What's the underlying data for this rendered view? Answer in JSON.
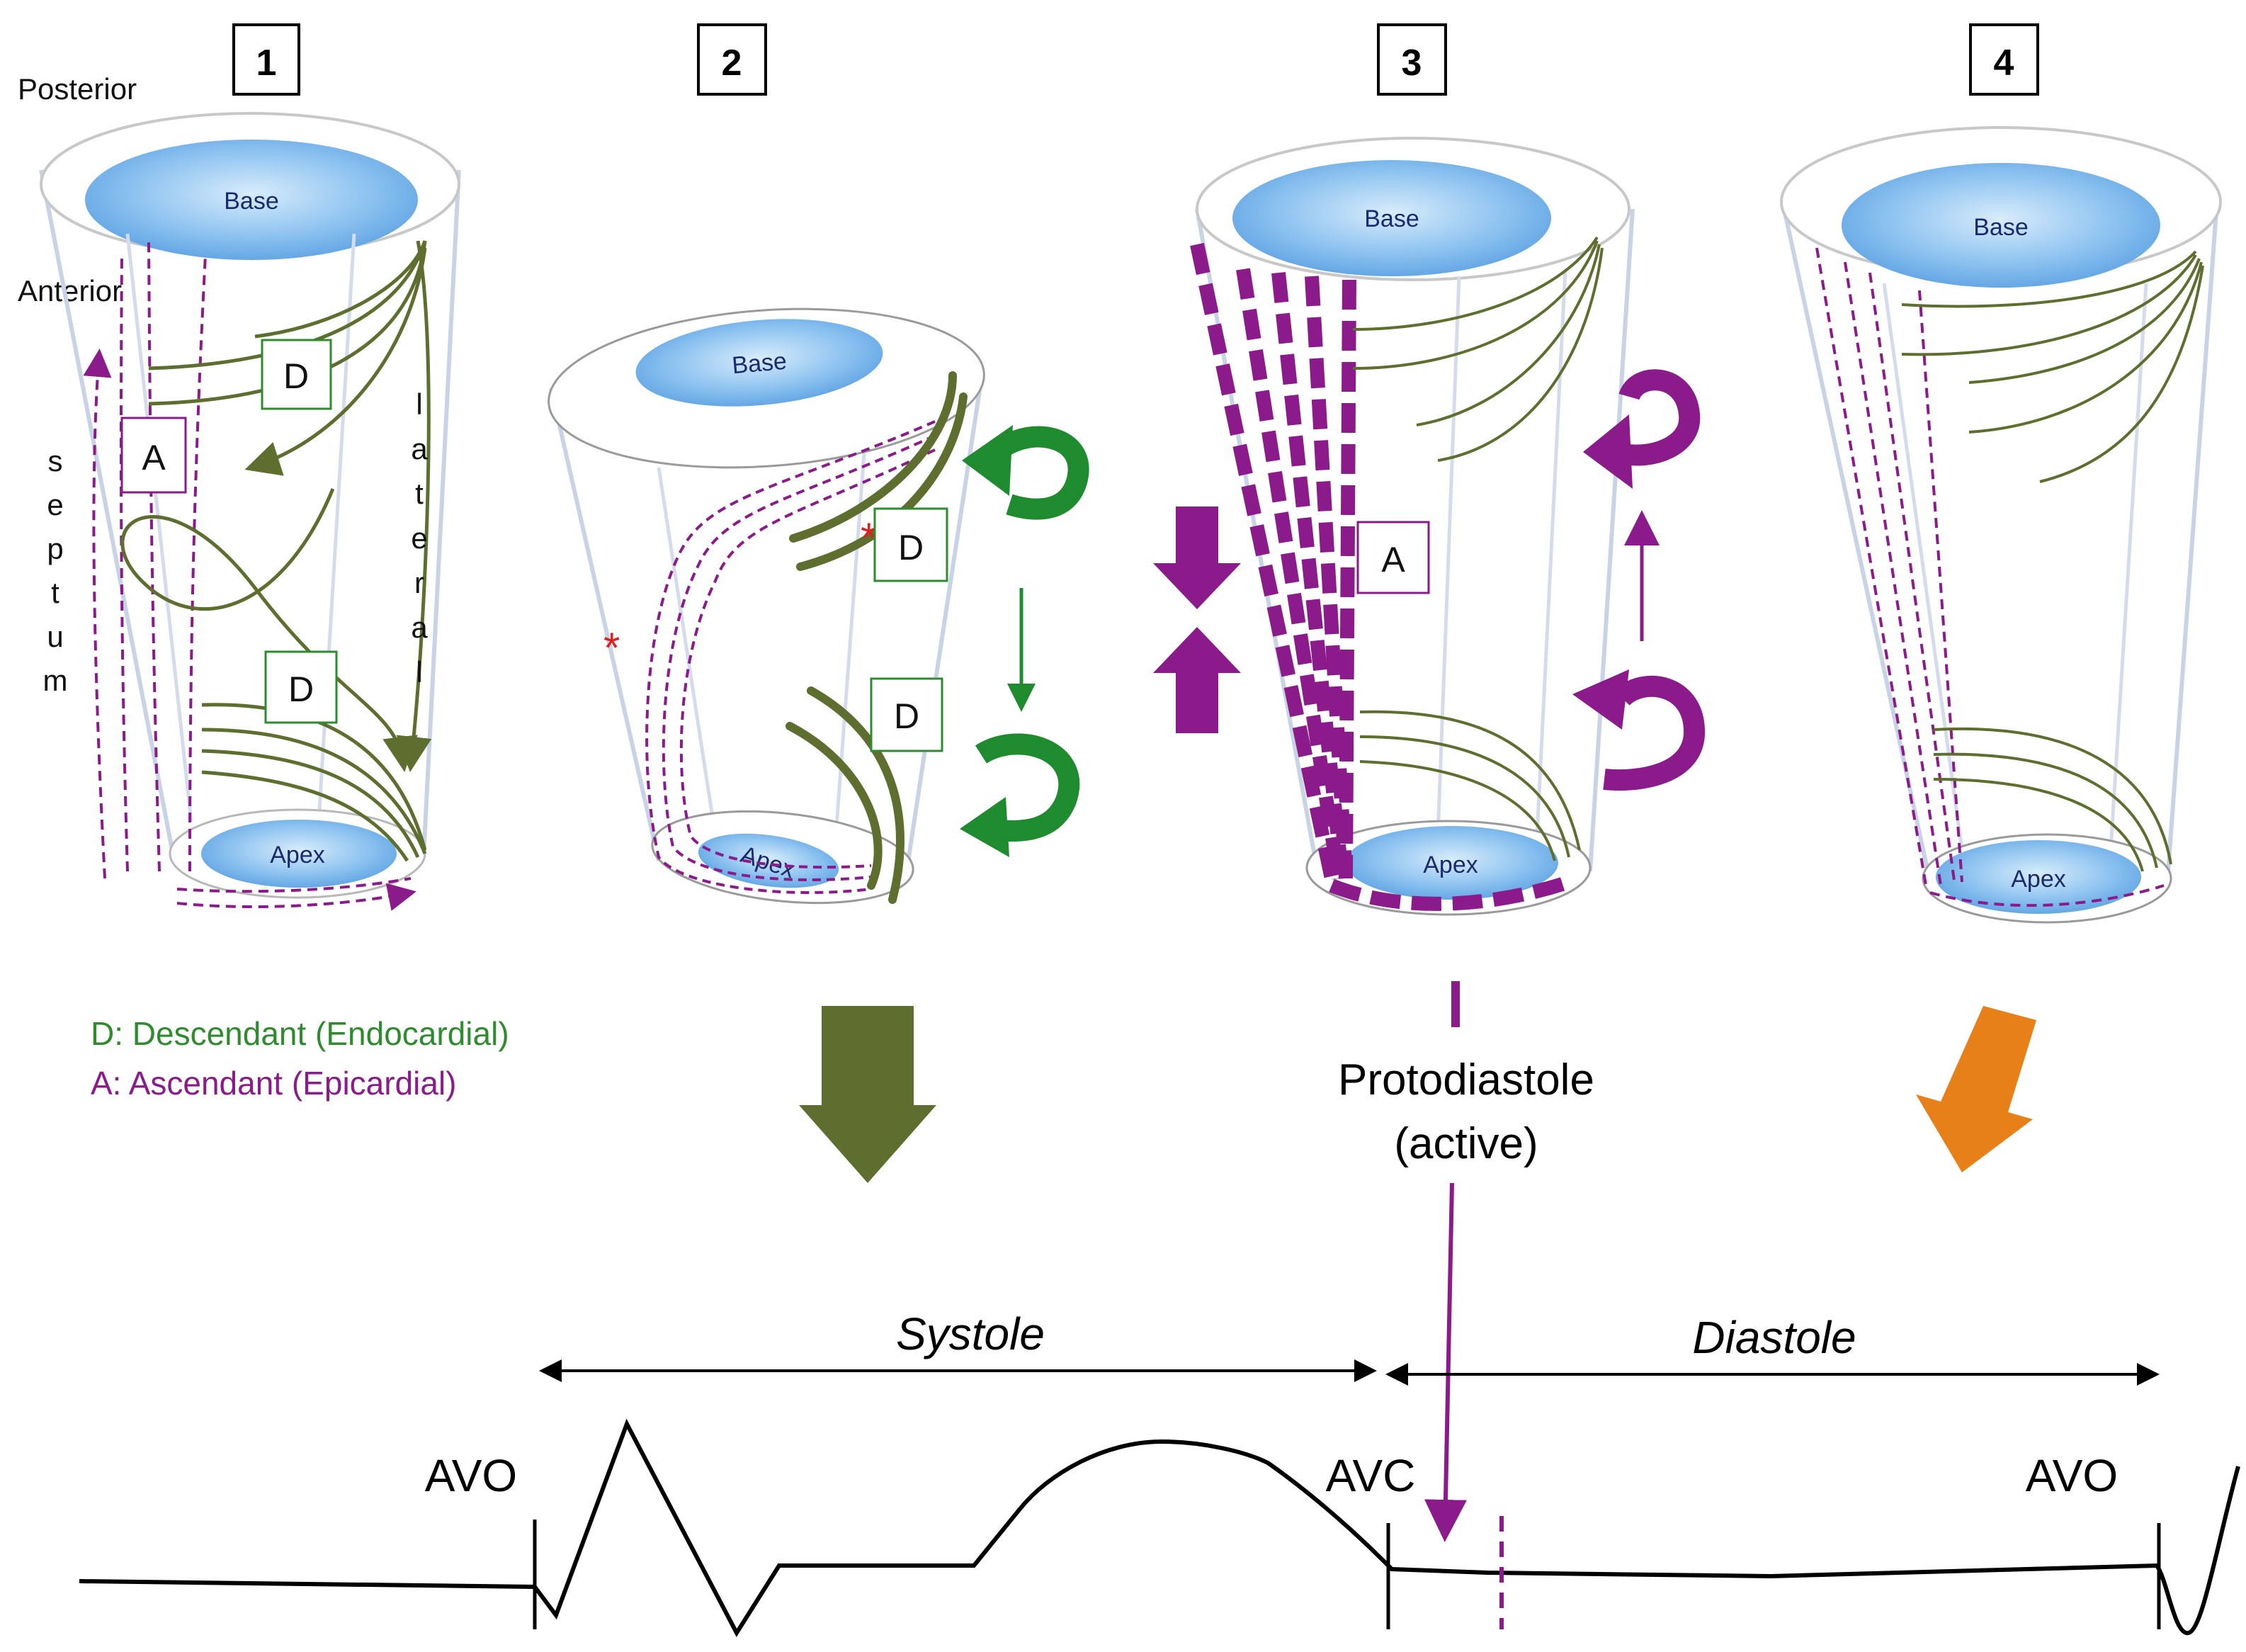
{
  "panels": [
    "1",
    "2",
    "3",
    "4"
  ],
  "orientation": {
    "posterior": "Posterior",
    "anterior": "Anterior",
    "septum": "septum",
    "lateral": "lateral"
  },
  "cone_labels": {
    "base": "Base",
    "apex": "Apex"
  },
  "box_labels": {
    "descendant": "D",
    "ascendant": "A"
  },
  "marker": "*",
  "legend": {
    "descendant": "D: Descendant (Endocardial)",
    "ascendant": "A: Ascendant (Epicardial)"
  },
  "protodiastole": {
    "line1": "Protodiastole",
    "line2": "(active)"
  },
  "phases": {
    "systole": "Systole",
    "diastole": "Diastole"
  },
  "ecg_labels": {
    "avo_left": "AVO",
    "avc": "AVC",
    "avo_right": "AVO"
  },
  "colors": {
    "descendant_fiber": "#5e6e2e",
    "descendant_text": "#2e8b2e",
    "ascendant": "#8b1a8b",
    "rotation_green": "#1e8b2e",
    "diastole_arrow": "#e8801a",
    "base_fill": "#7eb6ea",
    "marker_red": "#e02020"
  }
}
